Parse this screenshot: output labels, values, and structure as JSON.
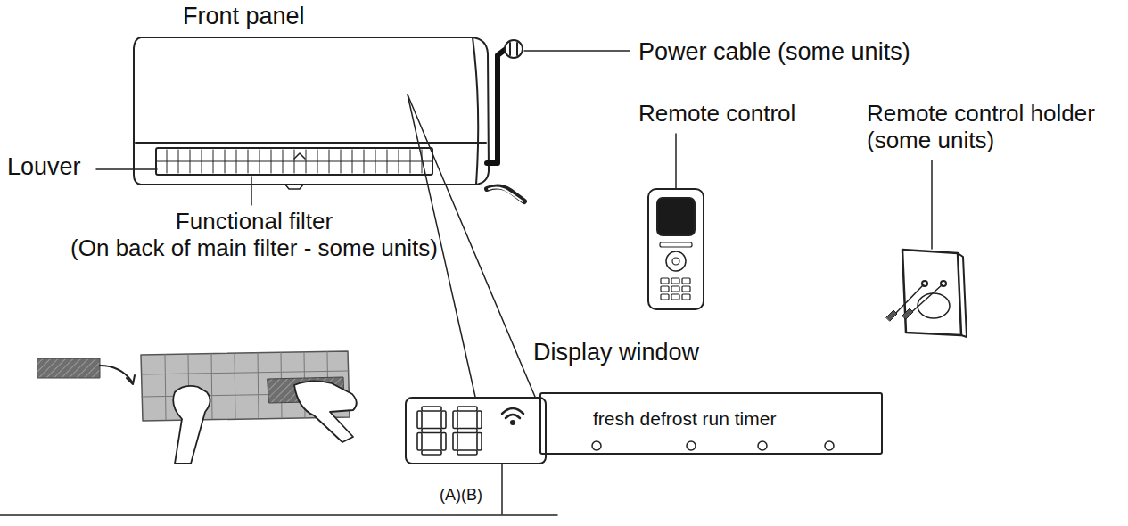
{
  "diagram": {
    "nodes": [
      {
        "text": [
          "fresh defrost run timer"
        ]
      }
    ],
    "labels": [
      "Front panel",
      "Power cable (some units)",
      "Remote control",
      "Remote control holder (some units)",
      "Louver",
      "Functional filter (On back of main filter - some units)",
      "Display window",
      "(A)(B)"
    ]
  }
}
